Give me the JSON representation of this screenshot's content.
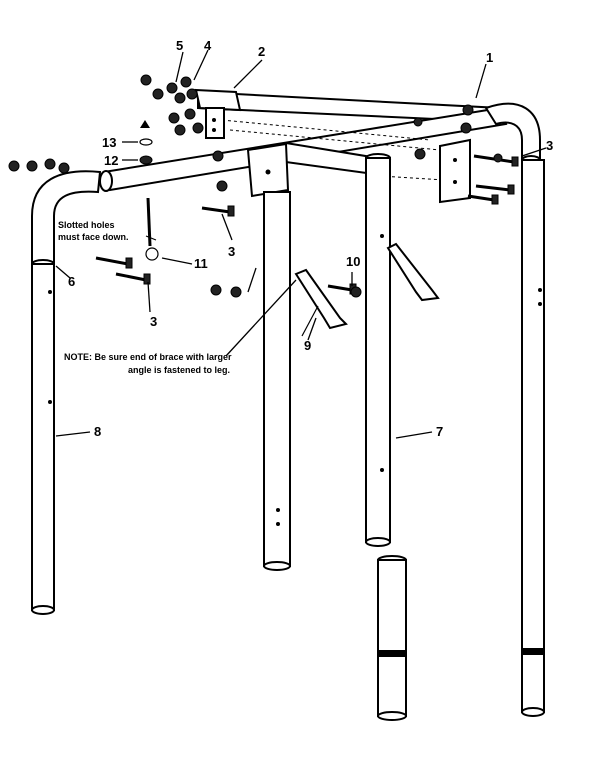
{
  "callouts": {
    "c1": "1",
    "c2": "2",
    "c3a": "3",
    "c3b": "3",
    "c3c": "3",
    "c4": "4",
    "c5": "5",
    "c6": "6",
    "c7": "7",
    "c8": "8",
    "c9": "9",
    "c10": "10",
    "c11": "11",
    "c12": "12",
    "c13": "13"
  },
  "notes": {
    "slotted_line1": "Slotted holes",
    "slotted_line2": "must face down.",
    "brace_line1": "NOTE: Be sure end of brace with larger",
    "brace_line2": "angle is fastened to leg."
  }
}
